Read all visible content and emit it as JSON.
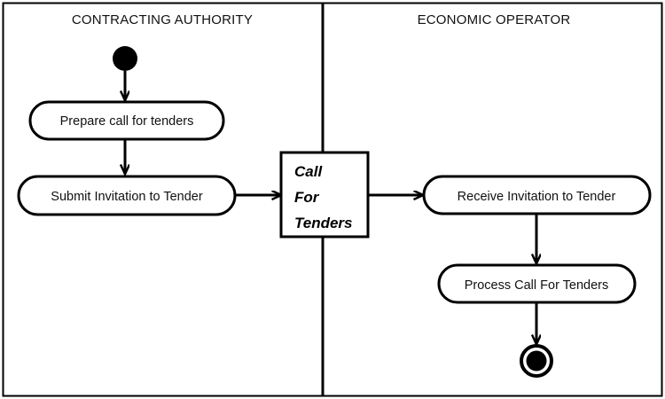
{
  "diagram": {
    "type": "uml-activity-diagram",
    "title": "",
    "colors": {
      "stroke": "#000000",
      "background": "#ffffff",
      "text": "#111111"
    },
    "lanes": [
      {
        "id": "contracting-authority",
        "label": "CONTRACTING AUTHORITY"
      },
      {
        "id": "economic-operator",
        "label": "ECONOMIC OPERATOR"
      }
    ],
    "nodes": {
      "initial": {
        "kind": "initial-node",
        "label": ""
      },
      "prepare": {
        "kind": "activity",
        "label": "Prepare call for tenders"
      },
      "submit": {
        "kind": "activity",
        "label": "Submit Invitation to Tender"
      },
      "object": {
        "kind": "object-node",
        "line1": "Call",
        "line2": "For",
        "line3": "Tenders"
      },
      "receive": {
        "kind": "activity",
        "label": "Receive Invitation to Tender"
      },
      "process": {
        "kind": "activity",
        "label": "Process Call For Tenders"
      },
      "final": {
        "kind": "final-node",
        "label": ""
      }
    },
    "flows": [
      {
        "from": "initial",
        "to": "prepare"
      },
      {
        "from": "prepare",
        "to": "submit"
      },
      {
        "from": "submit",
        "to": "object"
      },
      {
        "from": "object",
        "to": "receive"
      },
      {
        "from": "receive",
        "to": "process"
      },
      {
        "from": "process",
        "to": "final"
      }
    ]
  }
}
